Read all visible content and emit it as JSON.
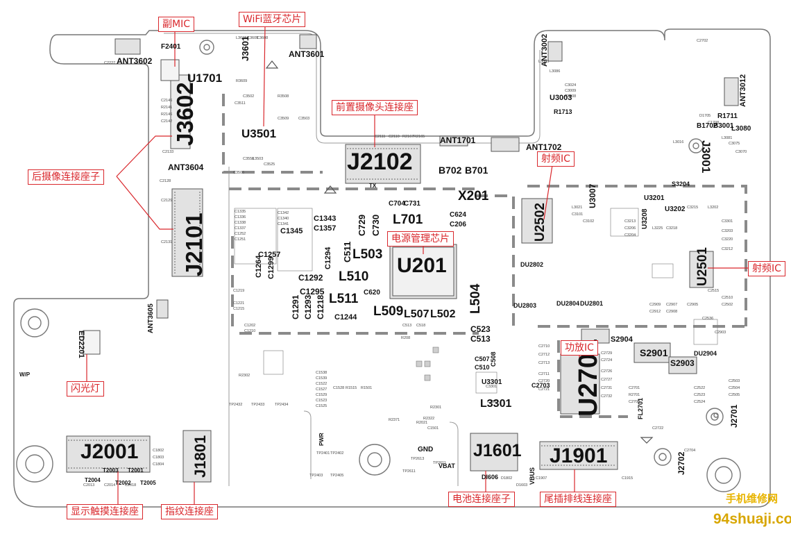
{
  "callouts": {
    "sub_mic": "副MIC",
    "wifi_bt": "WiFi蓝牙芯片",
    "front_cam": "前置摄像头连接座",
    "rear_cam": "后摄像连接座子",
    "rf_ic_top": "射频IC",
    "power_ic": "电源管理芯片",
    "rf_ic_right": "射频IC",
    "pa_ic": "功放IC",
    "flash": "闪光灯",
    "display_touch": "显示触摸连接座",
    "fingerprint": "指纹连接座",
    "battery": "电池连接座子",
    "tail_flex": "尾插排线连接座"
  },
  "refs": {
    "u1701": "U1701",
    "j3601": "J3601",
    "j3602": "J3602",
    "u3501": "U3501",
    "j2102": "J2102",
    "j2101": "J2101",
    "ant3604": "ANT3604",
    "ant3602": "ANT3602",
    "ant3601": "ANT3601",
    "ant1701": "ANT1701",
    "ant1702": "ANT1702",
    "ant3002": "ANT3002",
    "ant3012": "ANT3012",
    "ant3605": "ANT3605",
    "f2401": "F2401",
    "u201": "U201",
    "x201": "X201",
    "b702": "B702",
    "b701": "B701",
    "l701": "L701",
    "l503": "L503",
    "l510": "L510",
    "l511": "L511",
    "l509": "L509",
    "l507": "L507",
    "l502": "L502",
    "l504": "L504",
    "c729": "C729",
    "c730": "C730",
    "c511": "C511",
    "c1343": "C1343",
    "c1357": "C1357",
    "c1292": "C1292",
    "c1295": "C1295",
    "c1291": "C1291",
    "c1293": "C1293",
    "c1218": "C1218",
    "c1244": "C1244",
    "c1257": "C1257",
    "c1264": "C1264",
    "c1299": "C1299",
    "c1345": "C1345",
    "c1294": "C1294",
    "c704": "C704",
    "c731": "C731",
    "c624": "C624",
    "c206": "C206",
    "c523": "C523",
    "c513": "C513",
    "c620": "C620",
    "u2502": "U2502",
    "u2501": "U2501",
    "u3007": "U3007",
    "u3201": "U3201",
    "u3202": "U3202",
    "u3208": "U3208",
    "u3003": "U3003",
    "u2701": "U2701",
    "u3301": "U3301",
    "l3301": "L3301",
    "s2901": "S2901",
    "s2903": "S2903",
    "s2904": "S2904",
    "s3204": "S3204",
    "j3001": "J3001",
    "j2701": "J2701",
    "j2702": "J2702",
    "j2001": "J2001",
    "j1801": "J1801",
    "j1601": "J1601",
    "j1901": "J1901",
    "ed2201": "ED2201",
    "r1711": "R1711",
    "r1713": "R1713",
    "b3001": "B3001",
    "l3080": "L3080",
    "b1702": "B1702",
    "c2703": "C2703",
    "du2801": "DU2801",
    "du2802": "DU2802",
    "du2803": "DU2803",
    "du2804": "DU2804",
    "du2904": "DU2904",
    "fl2701": "FL2701",
    "c507": "C507",
    "c510": "C510",
    "c508": "C508",
    "t2003": "T2003",
    "t2001": "T2001",
    "t2004": "T2004",
    "t2002": "T2002",
    "t2005": "T2005",
    "di606": "DI606",
    "gnd": "GND",
    "vbat": "VBAT",
    "vbus": "VBUS",
    "pwr": "PWR",
    "wp": "W/P",
    "tx": "TX"
  },
  "watermark": {
    "line1": "手机维修网",
    "line2": "94shuaji.com"
  },
  "colors": {
    "callout": "#d9262b",
    "board_line": "#777777",
    "watermark": "#e8b400"
  }
}
